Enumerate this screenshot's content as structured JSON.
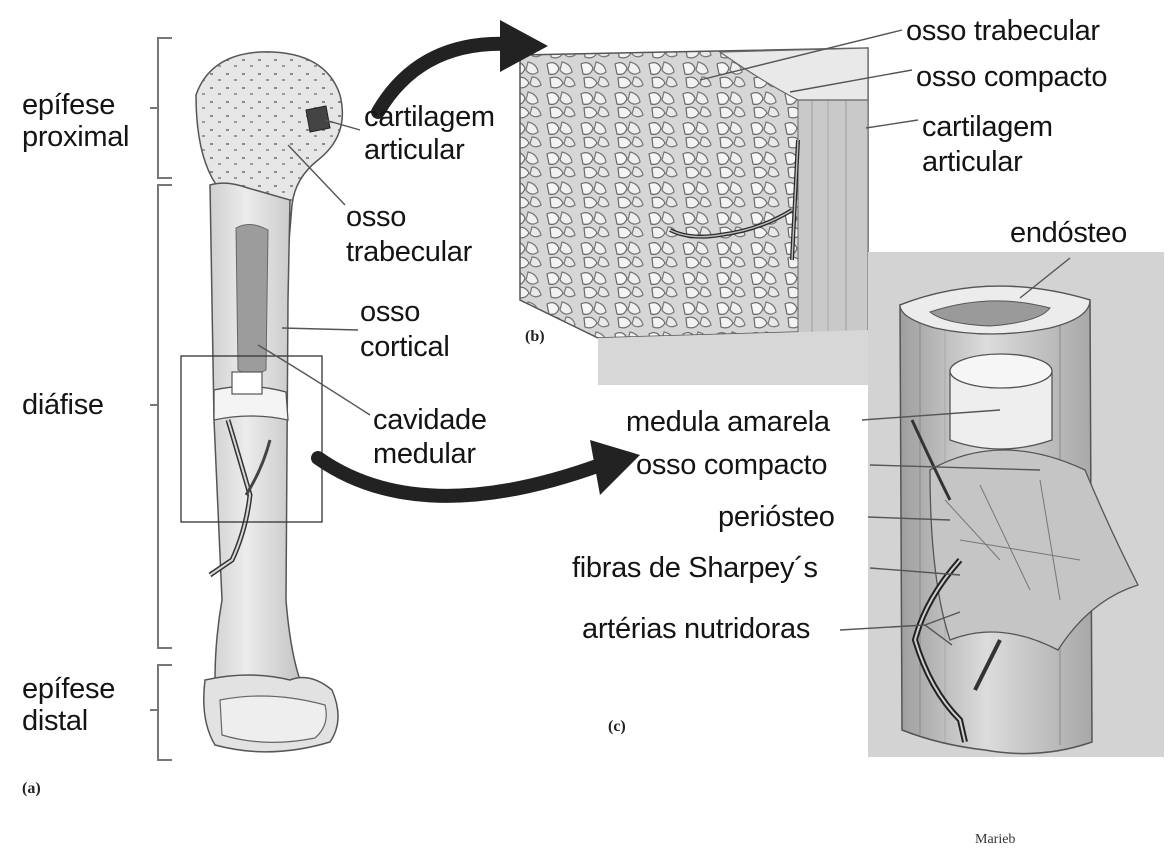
{
  "panels": {
    "a": "(a)",
    "b": "(b)",
    "c": "(c)"
  },
  "labels": {
    "epifise_proximal": [
      "epífese",
      "proximal"
    ],
    "diafise": "diáfise",
    "epifise_distal": [
      "epífese",
      "distal"
    ],
    "cartilagem_articular_a": [
      "cartilagem",
      "articular"
    ],
    "osso_trabecular_a": [
      "osso",
      "trabecular"
    ],
    "osso_cortical": [
      "osso",
      "cortical"
    ],
    "cavidade_medular": [
      "cavidade",
      "medular"
    ],
    "osso_trabecular_b": "osso trabecular",
    "osso_compacto_b": "osso compacto",
    "cartilagem_articular_b": [
      "cartilagem",
      "articular"
    ],
    "endosteo": "endósteo",
    "medula_amarela": "medula amarela",
    "osso_compacto_c": "osso compacto",
    "periosteo": "periósteo",
    "fibras_sharpey": "fibras de Sharpey´s",
    "arterias_nutridoras": "artérias nutridoras"
  },
  "credit": "Marieb",
  "colors": {
    "bone": "#e4e4e4",
    "bone_shadow": "#b9b9b9",
    "outline": "#555555",
    "background": "#ffffff"
  }
}
